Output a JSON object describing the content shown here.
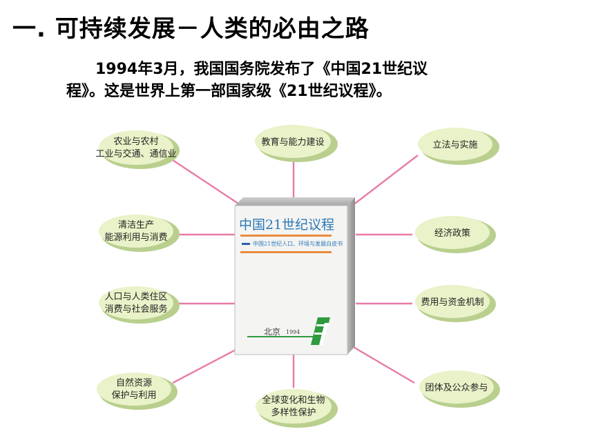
{
  "heading": "一. 可持续发展－人类的必由之路",
  "paragraph": {
    "line1": "1994年3月，我国国务院发布了《中国21世纪议",
    "line2": "程》。这是世界上第一部国家级《21世纪议程》。"
  },
  "book": {
    "title": "中国21世纪议程",
    "subtitle": "中国21世纪人口、环境与发展白皮书",
    "city": "北京",
    "year": "1994"
  },
  "nodes": {
    "agri": [
      "农业与农村",
      "工业与交通、通信业"
    ],
    "edu": [
      "教育与能力建设"
    ],
    "law": [
      "立法与实施"
    ],
    "clean": [
      "清洁生产",
      "能源利用与消费"
    ],
    "econ": [
      "经济政策"
    ],
    "pop": [
      "人口与人类住区",
      "消费与社会服务"
    ],
    "fund": [
      "费用与资金机制"
    ],
    "nature": [
      "自然资源",
      "保护与利用"
    ],
    "global": [
      "全球变化和生物",
      "多样性保护"
    ],
    "group": [
      "团体及公众参与"
    ]
  },
  "colors": {
    "connector": "#e87aa8",
    "ellipse_light": "#e9f2c8",
    "ellipse_dark": "#b9cf8e",
    "book_title": "#2b78b8",
    "book_bar": "#e88a3c",
    "book_logo": "#2e9a3e"
  }
}
